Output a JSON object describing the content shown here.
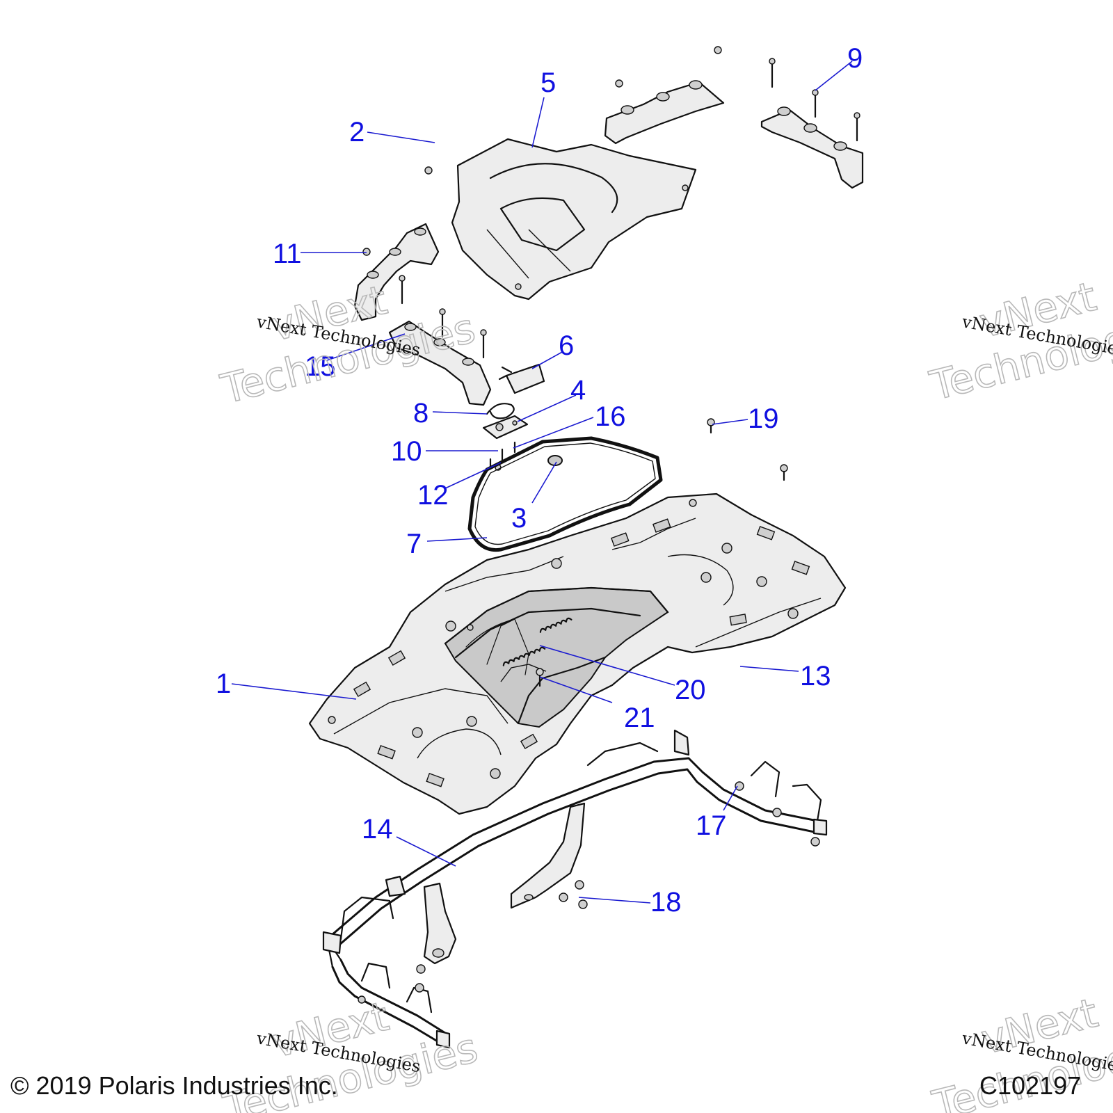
{
  "callouts": [
    "1",
    "2",
    "3",
    "4",
    "5",
    "6",
    "7",
    "8",
    "9",
    "10",
    "11",
    "12",
    "13",
    "14",
    "15",
    "16",
    "17",
    "18",
    "19",
    "20",
    "21"
  ],
  "watermark": {
    "line1": "vNext",
    "line2": "Technologies",
    "caption": "vNext Technologies"
  },
  "footer": {
    "copyright": "© 2019 Polaris Industries Inc.",
    "figure_id": "C102197"
  },
  "colors": {
    "callout": "#1010e0",
    "line": "#111111",
    "fill": "#ededed"
  }
}
